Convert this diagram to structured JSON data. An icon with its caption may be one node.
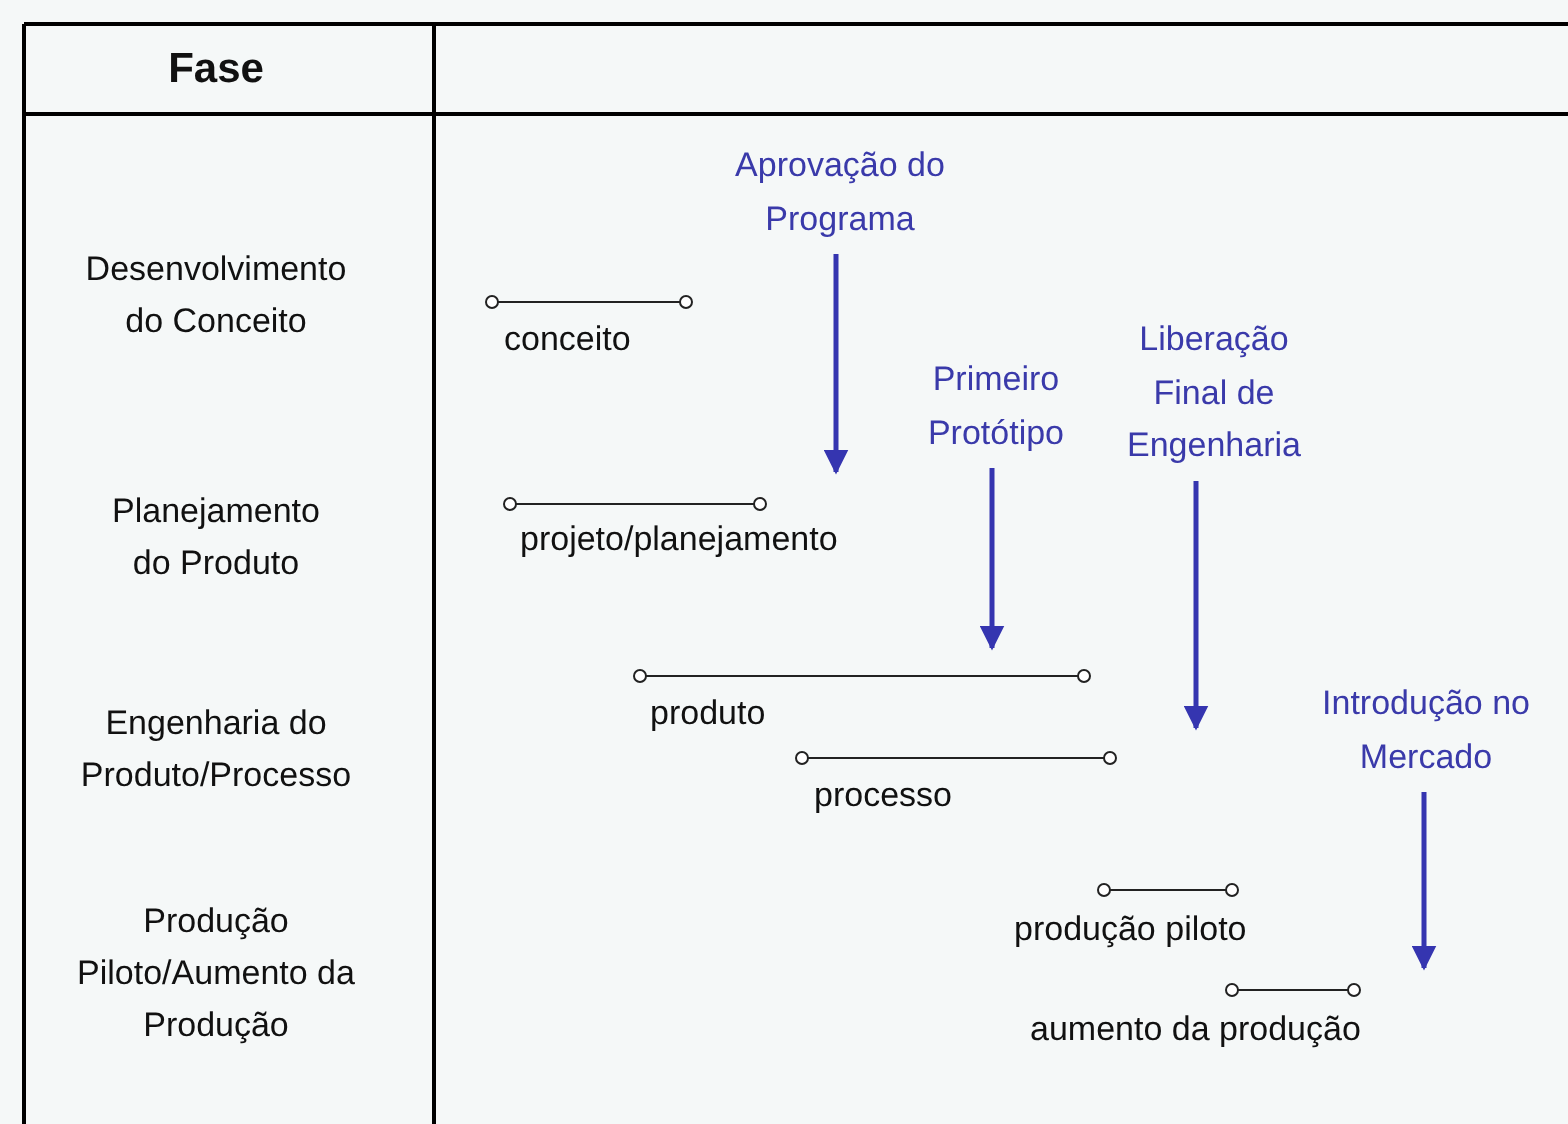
{
  "diagram": {
    "nodes": [
      {
        "text": [
          "Aprovação do Programa"
        ]
      },
      {
        "text": [
          "Primeiro Protótipo"
        ]
      },
      {
        "text": [
          "Liberação Final de Engenharia"
        ]
      },
      {
        "text": [
          "Introdução no Mercado"
        ]
      }
    ],
    "edges": [
      {
        "from": 0,
        "to": null,
        "arrow": "to"
      },
      {
        "from": 1,
        "to": null,
        "arrow": "to"
      },
      {
        "from": 2,
        "to": null,
        "arrow": "to"
      },
      {
        "from": 3,
        "to": null,
        "arrow": "to"
      }
    ],
    "labels": [
      "Fase",
      "Desenvolvimento do Conceito",
      "conceito",
      "Planejamento do Produto",
      "projeto/planejamento",
      "Engenharia do Produto/Processo",
      "produto",
      "processo",
      "Produção Piloto/Aumento da Produção",
      "produção piloto",
      "aumento da produção"
    ]
  }
}
